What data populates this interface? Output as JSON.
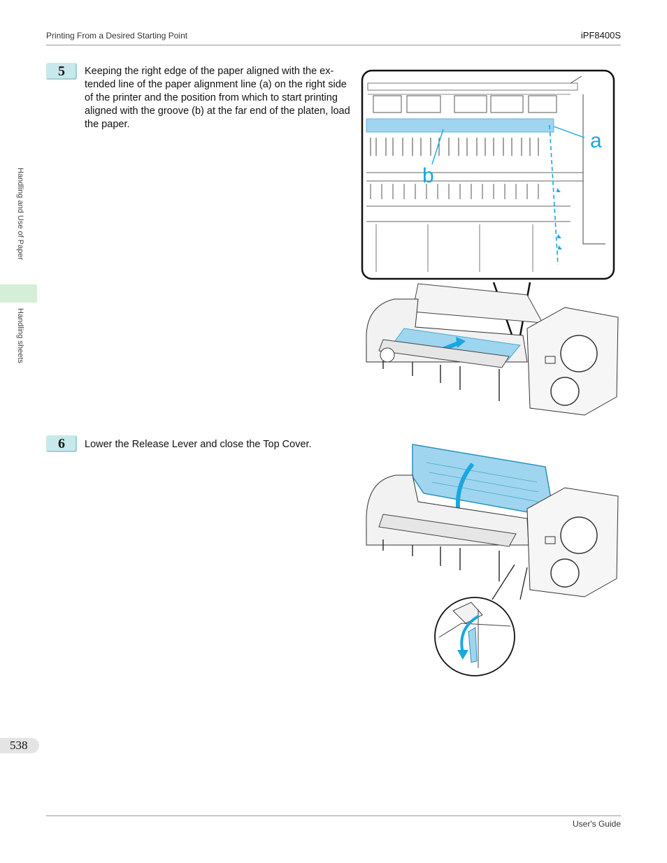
{
  "header": {
    "section": "Printing From a Desired Starting Point",
    "model": "iPF8400S"
  },
  "side_tabs": {
    "chapter": "Handling and Use of Paper",
    "section": "Handling sheets"
  },
  "steps": [
    {
      "number": "5",
      "text": "Keeping the right edge of the paper aligned with the ex-tended line of the paper alignment line (a) on the right side of the printer and the position from which to start printing aligned with the groove (b) at the far end of the platen, load the paper.",
      "callouts": [
        "a",
        "b"
      ]
    },
    {
      "number": "6",
      "text": "Lower the Release Lever and close the Top Cover."
    }
  ],
  "footer": {
    "page_number": "538",
    "guide": "User's Guide"
  },
  "colors": {
    "accent_blue": "#9fd5ee",
    "arrow_blue": "#1aa7e0",
    "step_badge": "#c7e9ec",
    "side_mark": "#d5eed8"
  }
}
